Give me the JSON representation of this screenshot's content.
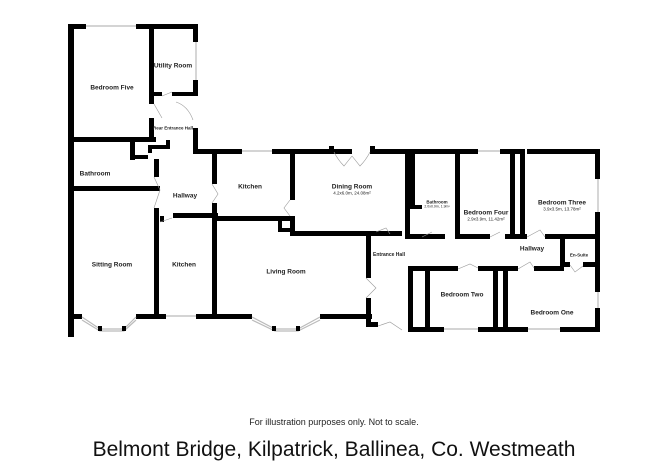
{
  "plan": {
    "rooms": [
      {
        "id": "bedroom-five",
        "name": "Bedroom Five",
        "dims": ""
      },
      {
        "id": "utility-room",
        "name": "Utility Room",
        "dims": ""
      },
      {
        "id": "rear-entrance-hall",
        "name": "Rear Entrance Hall",
        "dims": ""
      },
      {
        "id": "bathroom-west",
        "name": "Bathroom",
        "dims": ""
      },
      {
        "id": "hallway-west",
        "name": "Hallway",
        "dims": ""
      },
      {
        "id": "kitchen-north",
        "name": "Kitchen",
        "dims": ""
      },
      {
        "id": "dining-room",
        "name": "Dining Room",
        "dims": "4.2x6.0m, 24.08m²"
      },
      {
        "id": "bathroom-east",
        "name": "Bathroom",
        "dims": "2.0x0.9m, 1.9m²"
      },
      {
        "id": "bedroom-four",
        "name": "Bedroom Four",
        "dims": "2.9x3.9m, 11.42m²"
      },
      {
        "id": "bedroom-three",
        "name": "Bedroom Three",
        "dims": "3.9x3.5m, 13.78m²"
      },
      {
        "id": "sitting-room",
        "name": "Sitting Room",
        "dims": ""
      },
      {
        "id": "kitchen-south",
        "name": "Kitchen",
        "dims": ""
      },
      {
        "id": "living-room",
        "name": "Living Room",
        "dims": ""
      },
      {
        "id": "entrance-hall",
        "name": "Entrance Hall",
        "dims": ""
      },
      {
        "id": "hallway-east",
        "name": "Hallway",
        "dims": ""
      },
      {
        "id": "en-suite",
        "name": "En-Suite",
        "dims": ""
      },
      {
        "id": "bedroom-two",
        "name": "Bedroom Two",
        "dims": ""
      },
      {
        "id": "bedroom-one",
        "name": "Bedroom One",
        "dims": ""
      }
    ]
  },
  "footer": {
    "disclaimer": "For illustration purposes only. Not to scale.",
    "address": "Belmont Bridge, Kilpatrick, Ballinea, Co. Westmeath"
  },
  "colors": {
    "wall": "#000000",
    "window": "#cccccc",
    "door": "#999999",
    "background": "#ffffff"
  }
}
